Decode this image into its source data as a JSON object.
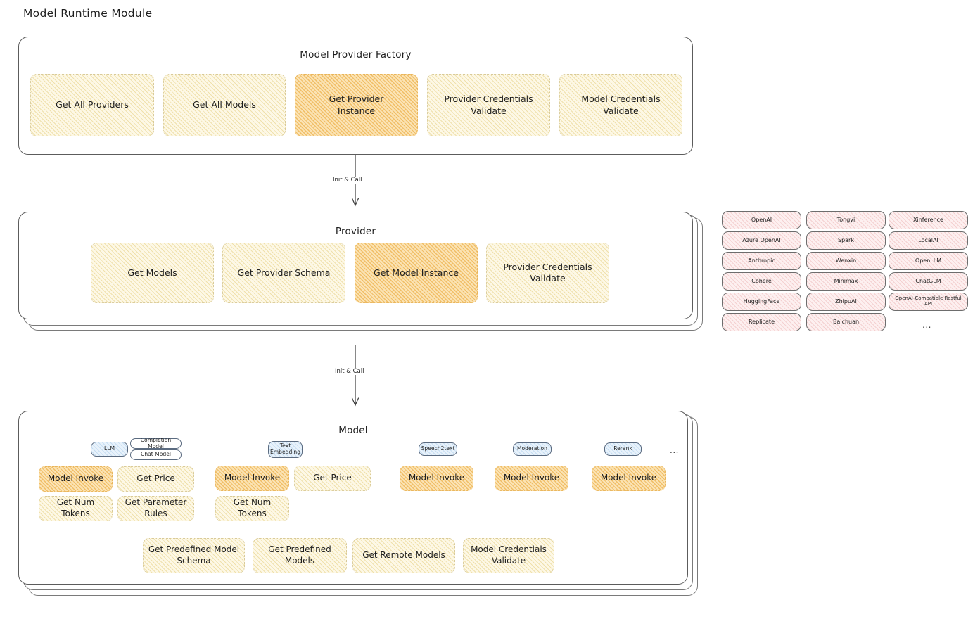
{
  "page": {
    "title": "Model Runtime Module"
  },
  "factory": {
    "title": "Model Provider Factory",
    "nodes": [
      {
        "label": "Get All Providers",
        "highlight": false
      },
      {
        "label": "Get All Models",
        "highlight": false
      },
      {
        "label": "Get Provider\nInstance",
        "highlight": true
      },
      {
        "label": "Provider Credentials\nValidate",
        "highlight": false
      },
      {
        "label": "Model Credentials\nValidate",
        "highlight": false
      }
    ]
  },
  "arrows": {
    "factory_to_provider": "Init & Call",
    "provider_to_model": "Init & Call"
  },
  "provider": {
    "title": "Provider",
    "nodes": [
      {
        "label": "Get Models",
        "highlight": false
      },
      {
        "label": "Get Provider Schema",
        "highlight": false
      },
      {
        "label": "Get Model Instance",
        "highlight": true
      },
      {
        "label": "Provider Credentials\nValidate",
        "highlight": false
      }
    ]
  },
  "provider_list": {
    "columns": [
      [
        "OpenAI",
        "Azure OpenAI",
        "Anthropic",
        "Cohere",
        "HuggingFace",
        "Replicate"
      ],
      [
        "Tongyi",
        "Spark",
        "Wenxin",
        "Minimax",
        "ZhipuAI",
        "Baichuan"
      ],
      [
        "Xinference",
        "LocalAI",
        "OpenLLM",
        "ChatGLM",
        "OpenAI-Compatible Restful API"
      ]
    ],
    "more": "..."
  },
  "model": {
    "title": "Model",
    "more": "...",
    "types": [
      {
        "badge": "LLM",
        "badge_style": "blue",
        "sub_badges": [
          "Completion Model",
          "Chat Model"
        ],
        "nodes": [
          {
            "label": "Model Invoke",
            "highlight": true
          },
          {
            "label": "Get Price",
            "highlight": false
          },
          {
            "label": "Get Num Tokens",
            "highlight": false
          },
          {
            "label": "Get Parameter\nRules",
            "highlight": false
          }
        ]
      },
      {
        "badge": "Text\nEmbedding",
        "badge_style": "blue",
        "sub_badges": [],
        "nodes": [
          {
            "label": "Model Invoke",
            "highlight": true
          },
          {
            "label": "Get Price",
            "highlight": false
          },
          {
            "label": "Get Num Tokens",
            "highlight": false
          }
        ]
      },
      {
        "badge": "Speech2text",
        "badge_style": "blue",
        "sub_badges": [],
        "nodes": [
          {
            "label": "Model Invoke",
            "highlight": true
          }
        ]
      },
      {
        "badge": "Moderation",
        "badge_style": "blue",
        "sub_badges": [],
        "nodes": [
          {
            "label": "Model Invoke",
            "highlight": true
          }
        ]
      },
      {
        "badge": "Rerank",
        "badge_style": "blue",
        "sub_badges": [],
        "nodes": [
          {
            "label": "Model Invoke",
            "highlight": true
          }
        ]
      }
    ],
    "shared_nodes": [
      {
        "label": "Get Predefined Model\nSchema",
        "highlight": false
      },
      {
        "label": "Get Predefined\nModels",
        "highlight": false
      },
      {
        "label": "Get Remote Models",
        "highlight": false
      },
      {
        "label": "Model Credentials\nValidate",
        "highlight": false
      }
    ]
  },
  "colors": {
    "cream": "#fdf8e6",
    "amber": "#fbe3b4",
    "pink": "#fdf0f0",
    "blue": "#e8f2fb",
    "stroke": "#5c5c5c",
    "text": "#1e1e1e"
  }
}
